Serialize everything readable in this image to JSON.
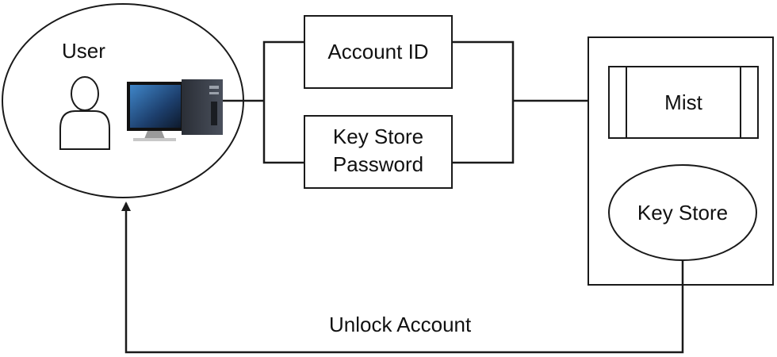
{
  "user_label": "User",
  "account_id_label": "Account ID",
  "keystore_password_label": [
    "Key Store",
    "Password"
  ],
  "mist_label": "Mist",
  "keystore_label": "Key Store",
  "unlock_label": "Unlock Account",
  "icons": {
    "user": "person-outline-icon",
    "computer": "desktop-computer-icon"
  }
}
